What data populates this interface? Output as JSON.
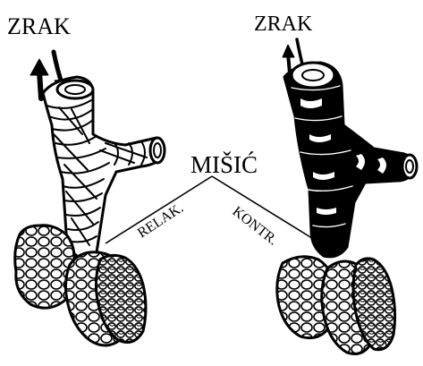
{
  "labels": {
    "air_left": "ZRAK",
    "air_right": "ZRAK",
    "muscle": "MIŠIĆ",
    "relaxed": "RELAK.",
    "contracted": "KONTR."
  },
  "diagram": {
    "left_state": "relaxed",
    "right_state": "contracted",
    "icons": [
      "airflow-arrow-icon",
      "bronchus",
      "muscle-band",
      "alveoli-cluster"
    ]
  },
  "colors": {
    "ink": "#000000",
    "paper": "#ffffff"
  }
}
